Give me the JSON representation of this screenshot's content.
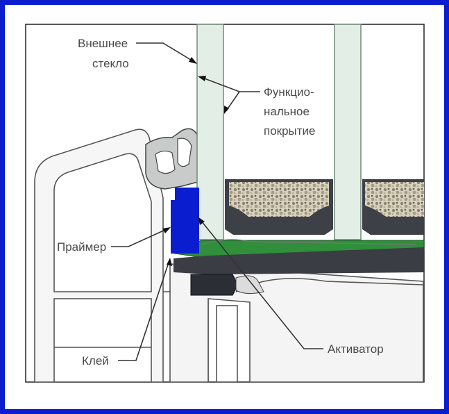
{
  "diagram": {
    "labels": {
      "outer_glass": [
        "Внешнее",
        "стекло"
      ],
      "functional_coating": [
        "Функцио-",
        "нальное",
        "покрытие"
      ],
      "primer": "Праймер",
      "glue": "Клей",
      "activator": "Активатор"
    },
    "colors": {
      "border": "#0a1ecf",
      "glass": "#e3efe6",
      "primer": "#0a1ecf",
      "activator": "#2f8f3a",
      "gasket": "#3a3d44",
      "profile": "#f4f4f4"
    }
  }
}
